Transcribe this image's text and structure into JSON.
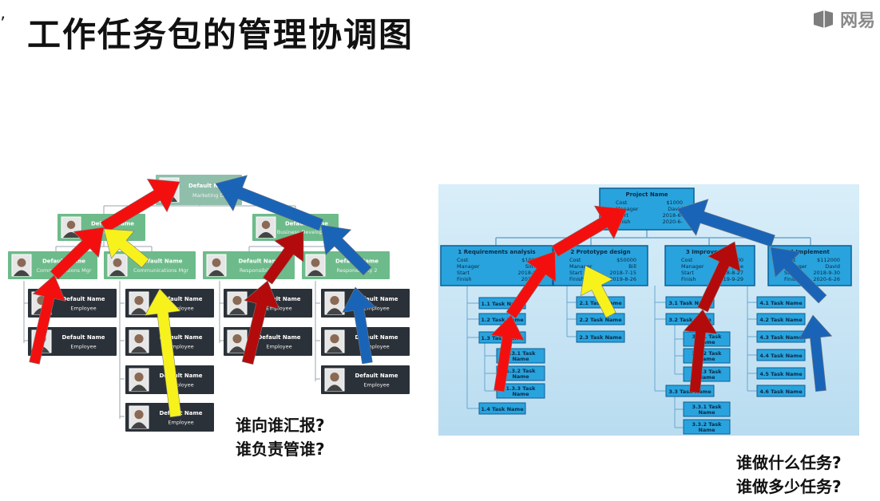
{
  "title": "工作任务包的管理协调图",
  "corner_mark": "’",
  "logo": {
    "text": "网易",
    "icon": "cloud-class-icon"
  },
  "org_chart": {
    "root": {
      "name": "Default Name",
      "role": "Marketing Dir"
    },
    "level2": [
      {
        "name": "Default Name",
        "role": "Marketing Mgr"
      },
      {
        "name": "Default Name",
        "role": "Business Development"
      }
    ],
    "level3": [
      {
        "name": "Default Name",
        "role": "Communications Mgr"
      },
      {
        "name": "Default Name",
        "role": "Communications Mgr"
      },
      {
        "name": "Default Name",
        "role": "Responsibility 1"
      },
      {
        "name": "Default Name",
        "role": "Responsibility 2"
      }
    ],
    "employee": {
      "name": "Default Name",
      "role": "Employee"
    },
    "colors": {
      "manager_node": "#6dbb8a",
      "root_node": "#8fbfab",
      "employee_node": "#2b3138",
      "line": "#9aa5ad"
    }
  },
  "wbs": {
    "root": {
      "title": "Project Name",
      "rows": [
        [
          "Cost",
          "$1000"
        ],
        [
          "Manager",
          "David"
        ],
        [
          "Start",
          "2018-6-"
        ],
        [
          "Finish",
          "2020-6-"
        ]
      ]
    },
    "phases": [
      {
        "title": "1 Requirements analysis",
        "rows": [
          [
            "Cost",
            "$10000"
          ],
          [
            "Manager",
            "Simon"
          ],
          [
            "Start",
            "2018-6-1"
          ],
          [
            "Finish",
            "2019-7-"
          ]
        ]
      },
      {
        "title": "2 Prototype design",
        "rows": [
          [
            "Cost",
            "$50000"
          ],
          [
            "Manager",
            "Bill"
          ],
          [
            "Start",
            "2018-7-15"
          ],
          [
            "Finish",
            "2019-8-26"
          ]
        ]
      },
      {
        "title": "3 Improvement",
        "rows": [
          [
            "Cost",
            "$6000"
          ],
          [
            "Manager",
            "Jane"
          ],
          [
            "Start",
            "2018-8-27"
          ],
          [
            "Finish",
            "2019-9-29"
          ]
        ]
      },
      {
        "title": "4 Implement",
        "rows": [
          [
            "Cost",
            "$112000"
          ],
          [
            "Manager",
            "David"
          ],
          [
            "Start",
            "2018-9-30"
          ],
          [
            "Finish",
            "2020-6-26"
          ]
        ]
      }
    ],
    "tasks": {
      "p1": [
        "1.1 Task Name",
        "1.2 Task Name",
        "1.3 Task Name",
        "1.4 Task Name"
      ],
      "p1_sub": [
        "1.3.1 Task Name",
        "1.3.2 Task Name",
        "1.3.3 Task Name"
      ],
      "p2": [
        "2.1 Task Name",
        "2.2 Task Name",
        "2.3 Task Name"
      ],
      "p3": [
        "3.1 Task Name",
        "3.2 Task Name",
        "3.3 Task Name"
      ],
      "p3_sub2": [
        "3.2.1 Task Name",
        "3.2.2 Task Name",
        "3.2.3 Task Name"
      ],
      "p3_sub3": [
        "3.3.1 Task Name",
        "3.3.2 Task Name"
      ],
      "p4": [
        "4.1 Task Name",
        "4.2 Task Name",
        "4.3 Task Name",
        "4.4 Task Name",
        "4.5 Task Name",
        "4.6 Task Name"
      ]
    },
    "colors": {
      "background": "#cfe8f6",
      "node": "#29a3dd",
      "node_border": "#0c5f95",
      "line": "#6aa7cf"
    }
  },
  "questions_left": [
    "谁向谁汇报?",
    "谁负责管谁?"
  ],
  "questions_right": [
    "谁做什么任务?",
    "谁做多少任务?"
  ],
  "arrow_colors": {
    "red": "#f40f0f",
    "yellow": "#f7f21c",
    "darkred": "#b30b0b",
    "blue": "#1a64b8"
  }
}
